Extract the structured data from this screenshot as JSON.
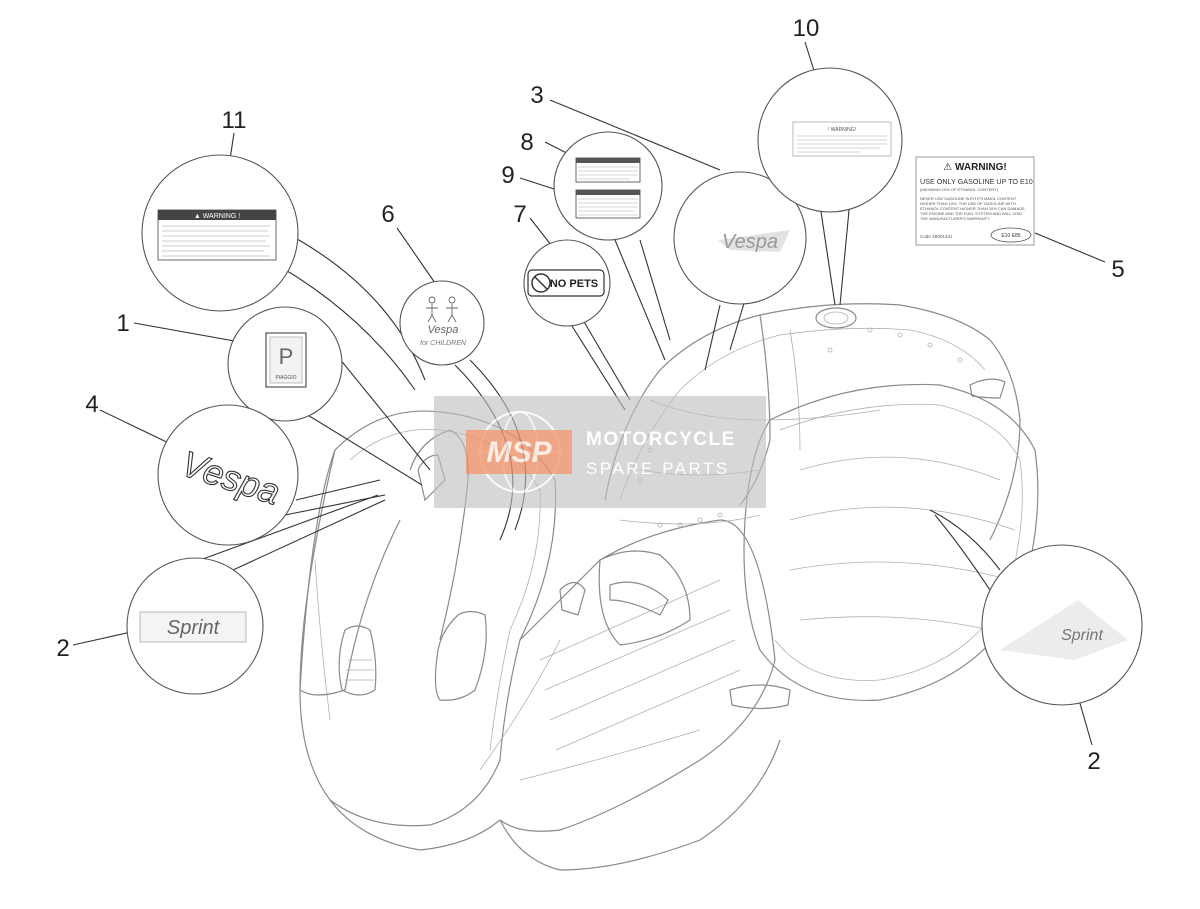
{
  "diagram": {
    "callouts": [
      {
        "id": "c1",
        "text": "1"
      },
      {
        "id": "c2a",
        "text": "2"
      },
      {
        "id": "c2b",
        "text": "2"
      },
      {
        "id": "c3",
        "text": "3"
      },
      {
        "id": "c4",
        "text": "4"
      },
      {
        "id": "c5",
        "text": "5"
      },
      {
        "id": "c6",
        "text": "6"
      },
      {
        "id": "c7",
        "text": "7"
      },
      {
        "id": "c8",
        "text": "8"
      },
      {
        "id": "c9",
        "text": "9"
      },
      {
        "id": "c10",
        "text": "10"
      },
      {
        "id": "c11",
        "text": "11"
      }
    ],
    "labels": {
      "warning_11": "▲ WARNING !",
      "warning_10": "! WARNING!",
      "warning_5_title": "⚠ WARNING!",
      "warning_5_line1": "USE ONLY GASOLINE UP TO E10",
      "warning_5_line2": "(MAXIMUM 10% OF ETHANOL CONTENT)",
      "warning_5_body1": "NEVER USE GASOLINE WITH ETHANOL CONTENT",
      "warning_5_body2": "HIGHER THAN 10%. THE USE OF GASOLINE WITH",
      "warning_5_body3": "ETHANOL CONTENT HIGHER THAN 10% CAN DAMAGE",
      "warning_5_body4": "THE ENGINE AND THE FUEL SYSTEM AND WILL VOID",
      "warning_5_body5": "THE MANUFACTURER'S WARRANTY",
      "warning_5_code": "Code 1B001431",
      "warning_5_badge": "E10  E85",
      "no_pets": "NO PETS",
      "for_children": "for CHILDREN",
      "piaggio": "PIAGGIO",
      "sprint": "Sprint",
      "vespa": "Vespa"
    },
    "watermark": {
      "brand": "MSP",
      "line1": "MOTORCYCLE",
      "line2": "SPARE PARTS"
    }
  }
}
